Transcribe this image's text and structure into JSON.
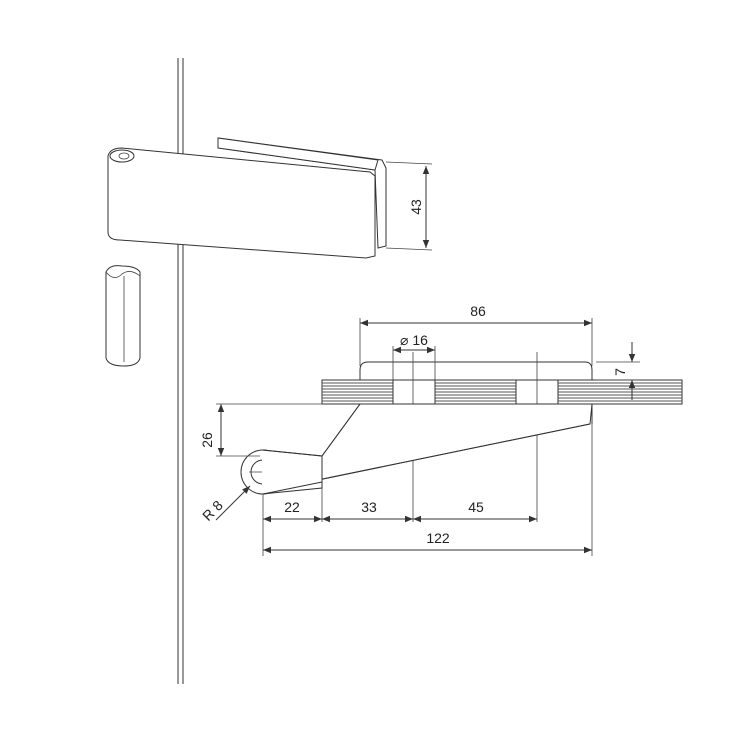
{
  "diagram": {
    "dimensions": {
      "height_hinge": "43",
      "width_clamp": "86",
      "diameter": "⌀ 16",
      "thickness": "7",
      "offset": "26",
      "radius": "R 8",
      "seg_a": "22",
      "seg_b": "33",
      "seg_c": "45",
      "total": "122"
    },
    "colors": {
      "line": "#333333",
      "glass": "#555555",
      "background": "#ffffff"
    }
  }
}
